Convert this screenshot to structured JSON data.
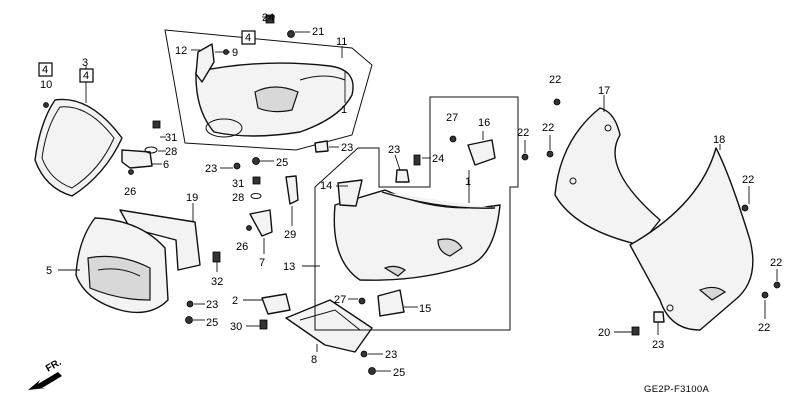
{
  "diagram_code": "GE2P-F3100A",
  "direction_label": "FR.",
  "callouts": {
    "c3": "3",
    "c4a": "4",
    "c4b": "4",
    "c10": "10",
    "c4c": "4",
    "c24a": "24",
    "c21": "21",
    "c12": "12",
    "c9": "9",
    "c11": "11",
    "c1a": "1",
    "c31a": "31",
    "c28a": "28",
    "c6": "6",
    "c26a": "26",
    "c23a": "23",
    "c25a": "25",
    "c31b": "31",
    "c28b": "28",
    "c29": "29",
    "c26b": "26",
    "c19": "19",
    "c7": "7",
    "c32": "32",
    "c5": "5",
    "c2": "2",
    "c23b": "23",
    "c25b": "25",
    "c30": "30",
    "c8": "8",
    "c23c": "23",
    "c25c": "25",
    "c23d": "23",
    "c27a": "27",
    "c16": "16",
    "c23e": "23",
    "c24b": "24",
    "c14": "14",
    "c1b": "1",
    "c13": "13",
    "c27b": "27",
    "c15": "15",
    "c22a": "22",
    "c17": "17",
    "c22b": "22",
    "c22c": "22",
    "c18": "18",
    "c22d": "22",
    "c22e": "22",
    "c22f": "22",
    "c20": "20",
    "c23f": "23"
  }
}
